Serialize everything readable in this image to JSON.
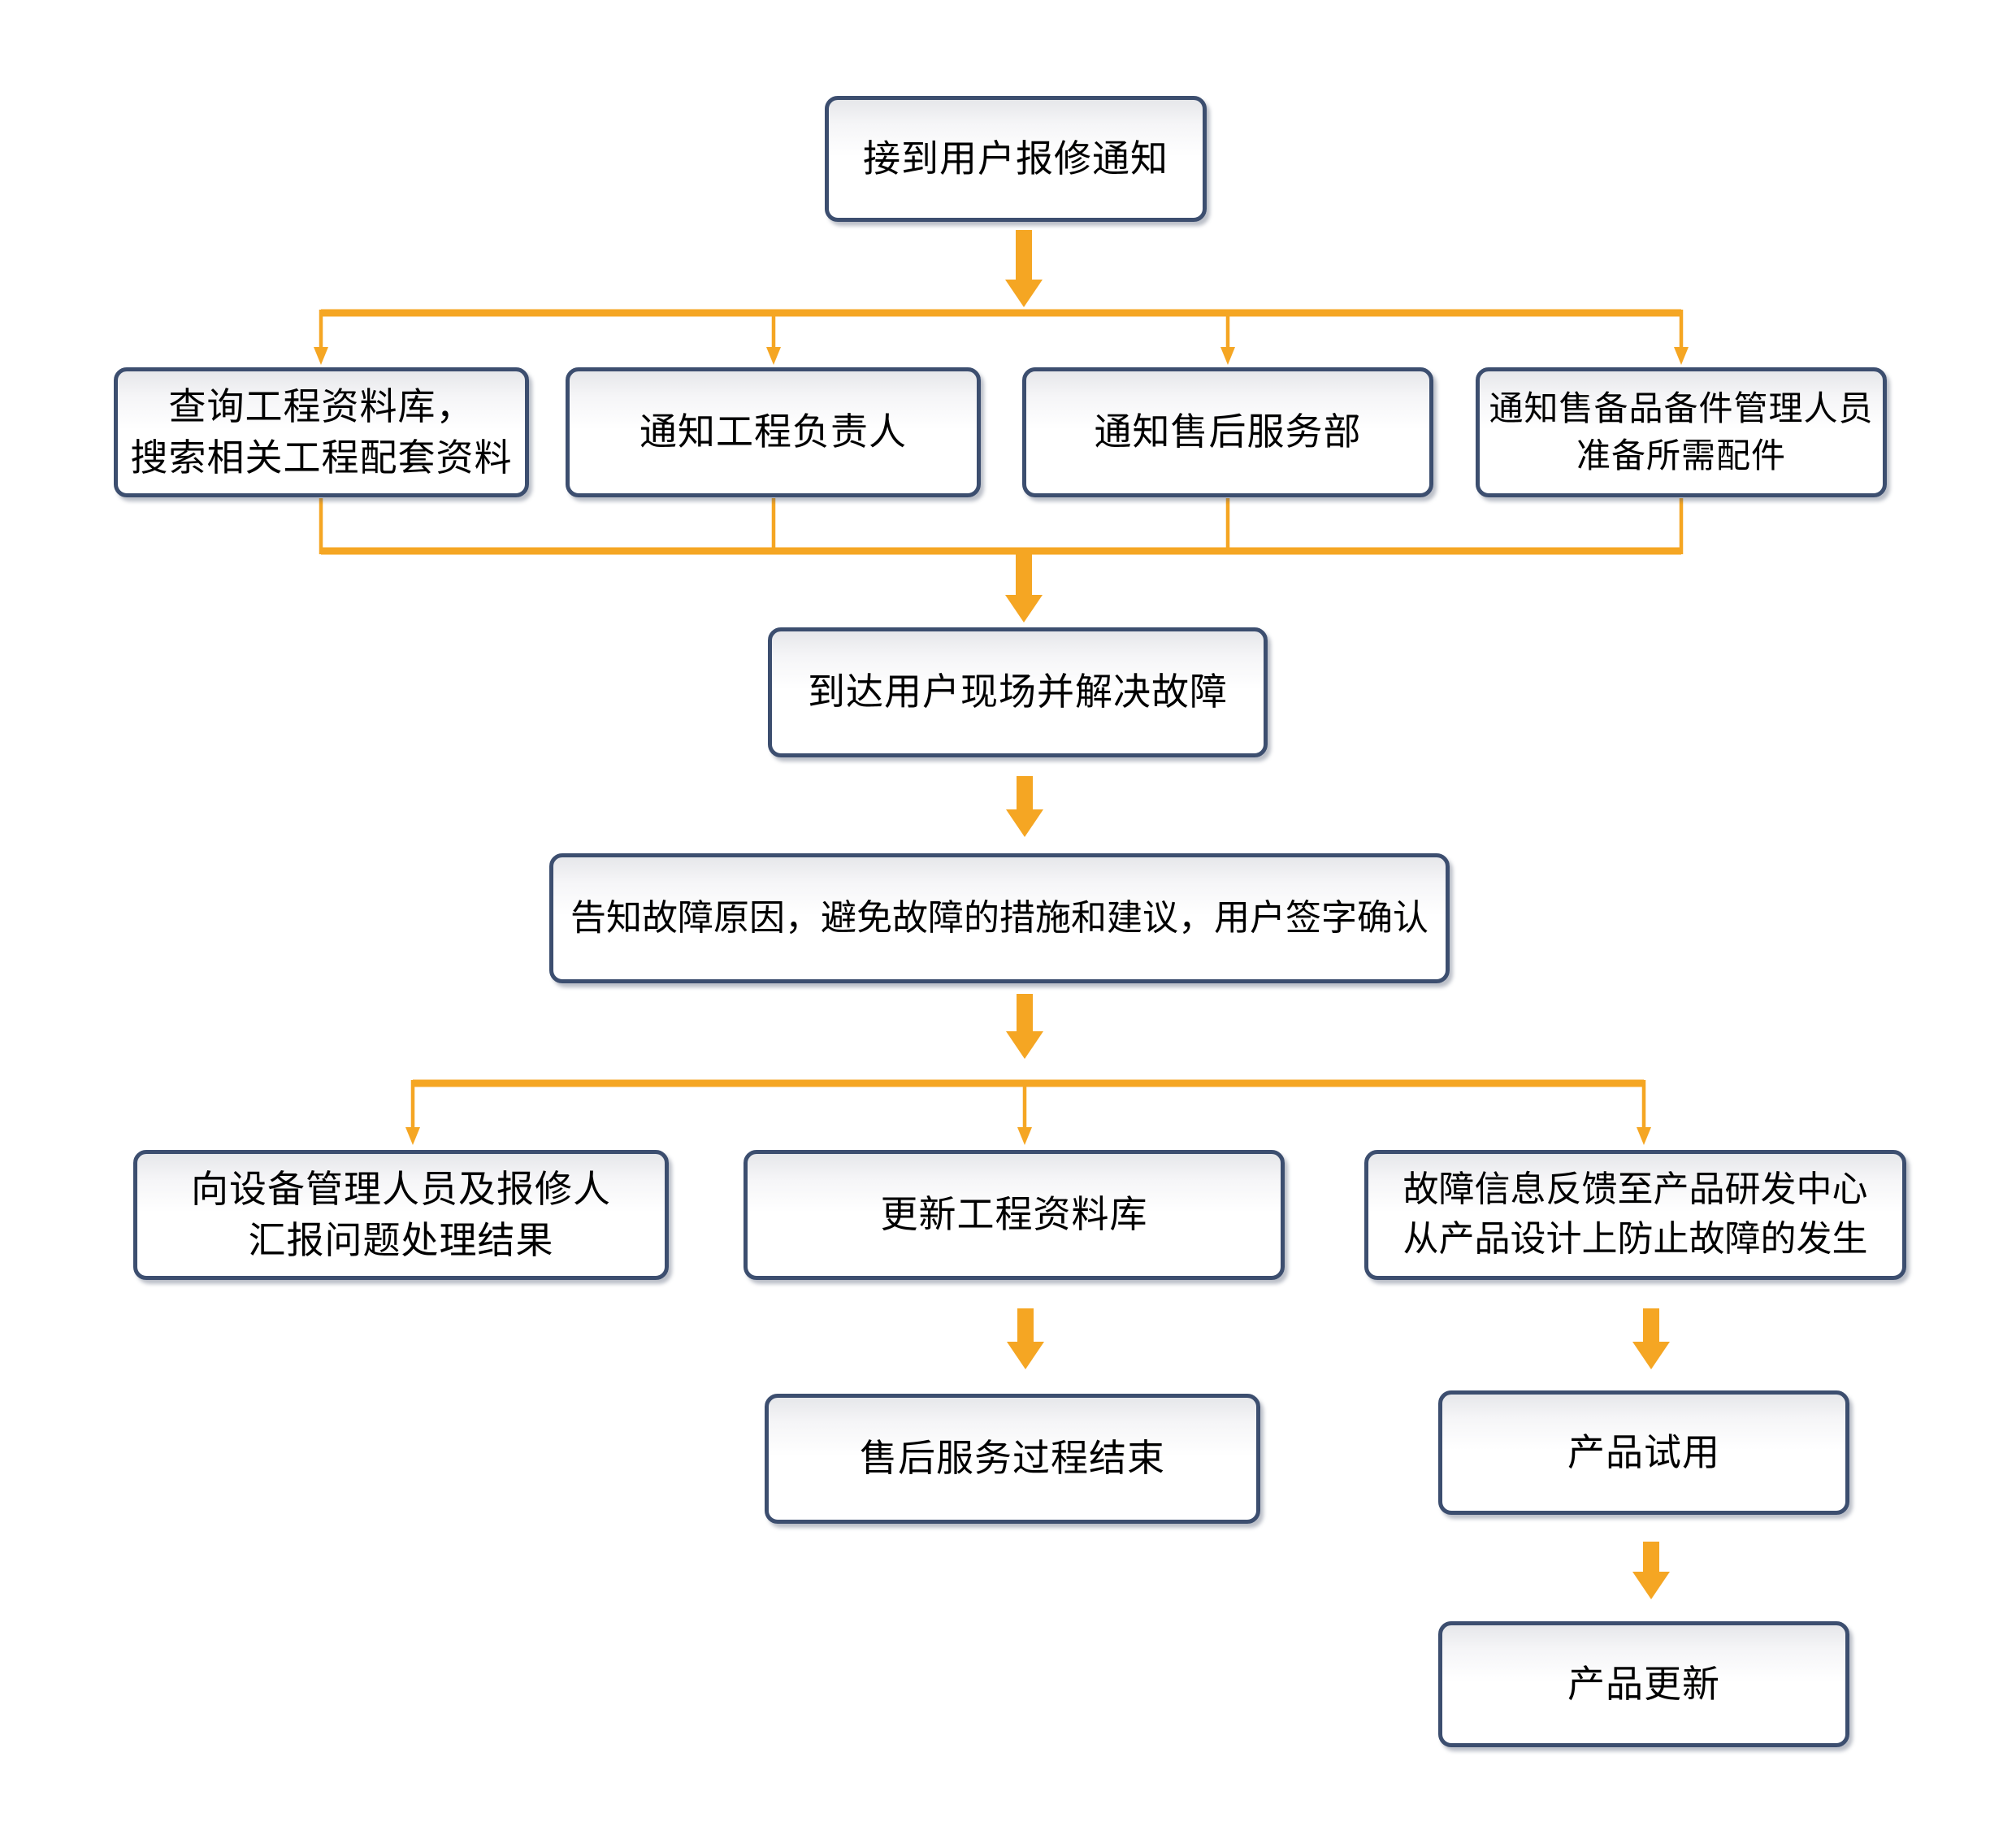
{
  "theme": {
    "arrow_color": "#F5A623",
    "node_border_color": "#3C4E6F",
    "node_fill_color": "#FFFFFF",
    "text_color": "#000000",
    "background_color": "#FFFFFF"
  },
  "flowchart": {
    "nodes": [
      {
        "id": "receive-repair-notice",
        "label": "接到用户报修通知"
      },
      {
        "id": "query-engineering-database",
        "label": "查询工程资料库，\n搜索相关工程配套资料"
      },
      {
        "id": "notify-engineering-lead",
        "label": "通知工程负责人"
      },
      {
        "id": "notify-after-sales-dept",
        "label": "通知售后服务部"
      },
      {
        "id": "notify-spare-parts-manager",
        "label": "通知售备品备件管理人员\n准备所需配件"
      },
      {
        "id": "arrive-onsite-resolve-fault",
        "label": "到达用户现场并解决故障"
      },
      {
        "id": "inform-cause-user-sign",
        "label": "告知故障原因，避免故障的措施和建议，用户签字确认"
      },
      {
        "id": "report-handling-results",
        "label": "向设备管理人员及报修人\n汇报问题处理结果"
      },
      {
        "id": "update-engineering-database",
        "label": "更新工程资料库"
      },
      {
        "id": "feedback-to-rd-center",
        "label": "故障信息反馈至产品研发中心\n从产品设计上防止故障的发生"
      },
      {
        "id": "after-sales-process-end",
        "label": "售后服务过程结束"
      },
      {
        "id": "product-trial",
        "label": "产品试用"
      },
      {
        "id": "product-update",
        "label": "产品更新"
      }
    ],
    "edges": [
      {
        "from": "receive-repair-notice",
        "to": "query-engineering-database"
      },
      {
        "from": "receive-repair-notice",
        "to": "notify-engineering-lead"
      },
      {
        "from": "receive-repair-notice",
        "to": "notify-after-sales-dept"
      },
      {
        "from": "receive-repair-notice",
        "to": "notify-spare-parts-manager"
      },
      {
        "from": "query-engineering-database",
        "to": "arrive-onsite-resolve-fault"
      },
      {
        "from": "notify-engineering-lead",
        "to": "arrive-onsite-resolve-fault"
      },
      {
        "from": "notify-after-sales-dept",
        "to": "arrive-onsite-resolve-fault"
      },
      {
        "from": "notify-spare-parts-manager",
        "to": "arrive-onsite-resolve-fault"
      },
      {
        "from": "arrive-onsite-resolve-fault",
        "to": "inform-cause-user-sign"
      },
      {
        "from": "inform-cause-user-sign",
        "to": "report-handling-results"
      },
      {
        "from": "inform-cause-user-sign",
        "to": "update-engineering-database"
      },
      {
        "from": "inform-cause-user-sign",
        "to": "feedback-to-rd-center"
      },
      {
        "from": "update-engineering-database",
        "to": "after-sales-process-end"
      },
      {
        "from": "feedback-to-rd-center",
        "to": "product-trial"
      },
      {
        "from": "product-trial",
        "to": "product-update"
      }
    ]
  }
}
